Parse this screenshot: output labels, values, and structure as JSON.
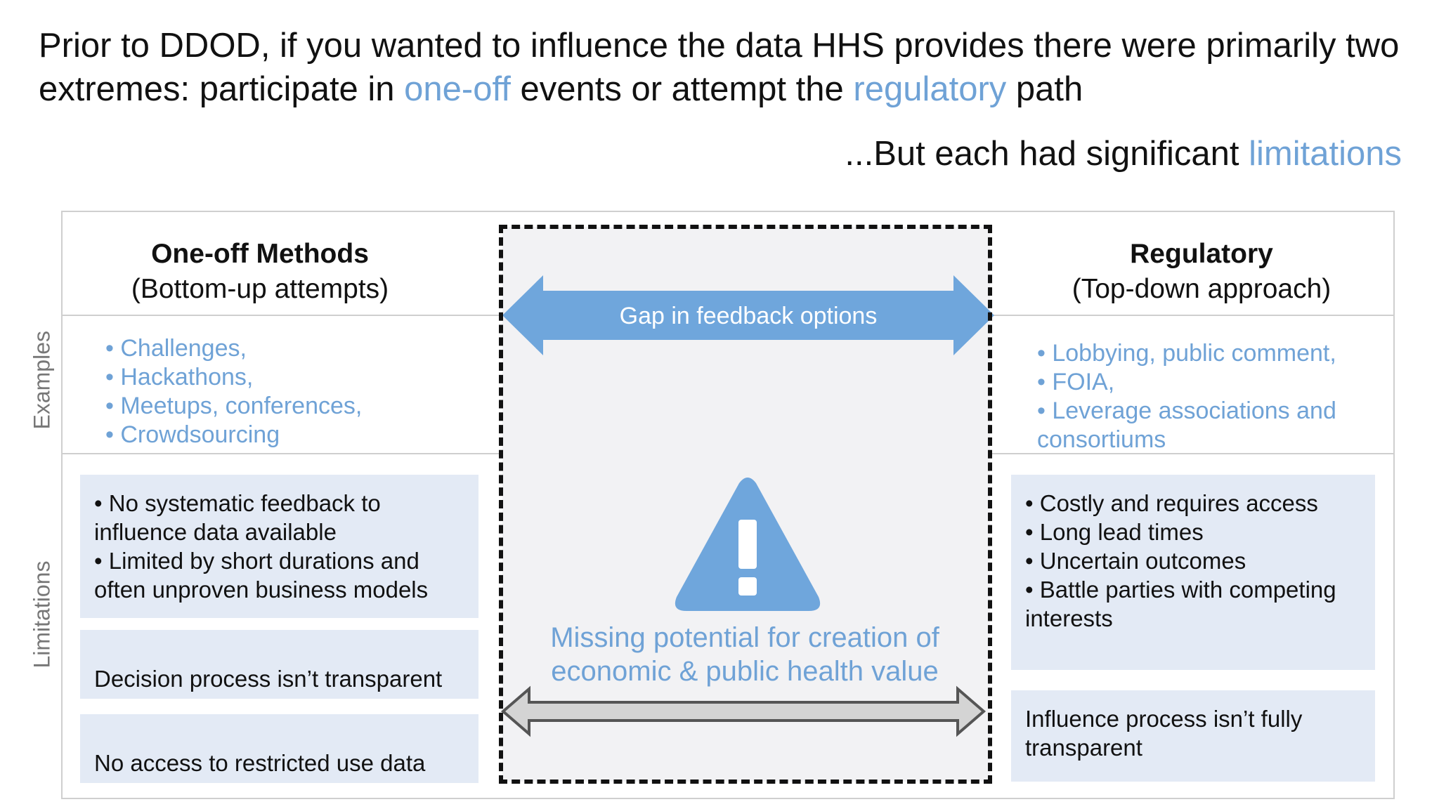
{
  "title": {
    "part1": "Prior to DDOD, if you wanted to influence the data HHS provides there were primarily two extremes: participate in ",
    "highlight1": "one-off",
    "part2": " events or attempt the ",
    "highlight2": "regulatory",
    "part3": " path"
  },
  "subtitle": {
    "part1": "...But each had significant ",
    "highlight": "limitations"
  },
  "row_labels": {
    "examples": "Examples",
    "limitations": "Limitations"
  },
  "left_column": {
    "title": "One-off Methods",
    "subtitle": "(Bottom-up attempts)",
    "examples": [
      "Challenges,",
      "Hackathons,",
      "Meetups, conferences,",
      "Crowdsourcing"
    ],
    "limitation_1": [
      "No systematic feedback to influence data available",
      "Limited by short durations and often unproven business models"
    ],
    "limitation_2": "Decision process isn’t transparent",
    "limitation_3": "No access to restricted use data"
  },
  "right_column": {
    "title": "Regulatory",
    "subtitle": "(Top-down approach)",
    "examples": [
      "Lobbying, public comment,",
      "FOIA,",
      "Leverage associations and consortiums"
    ],
    "limitation_1": [
      "Costly and requires access",
      "Long lead times",
      "Uncertain outcomes",
      "Battle parties with competing interests"
    ],
    "limitation_2": "Influence process isn’t fully transparent"
  },
  "middle": {
    "gap_label": "Gap in feedback options",
    "missing_text": "Missing potential for creation of economic & public health value",
    "warning_icon": "warning-triangle-icon",
    "top_arrow_icon": "double-arrow-blue-icon",
    "bottom_arrow_icon": "double-arrow-gray-icon"
  },
  "colors": {
    "accent_blue": "#6fa2d6",
    "box_fill": "#e3eaf5",
    "arrow_blue": "#6fa6dc",
    "arrow_gray": "#d4d4d4"
  }
}
